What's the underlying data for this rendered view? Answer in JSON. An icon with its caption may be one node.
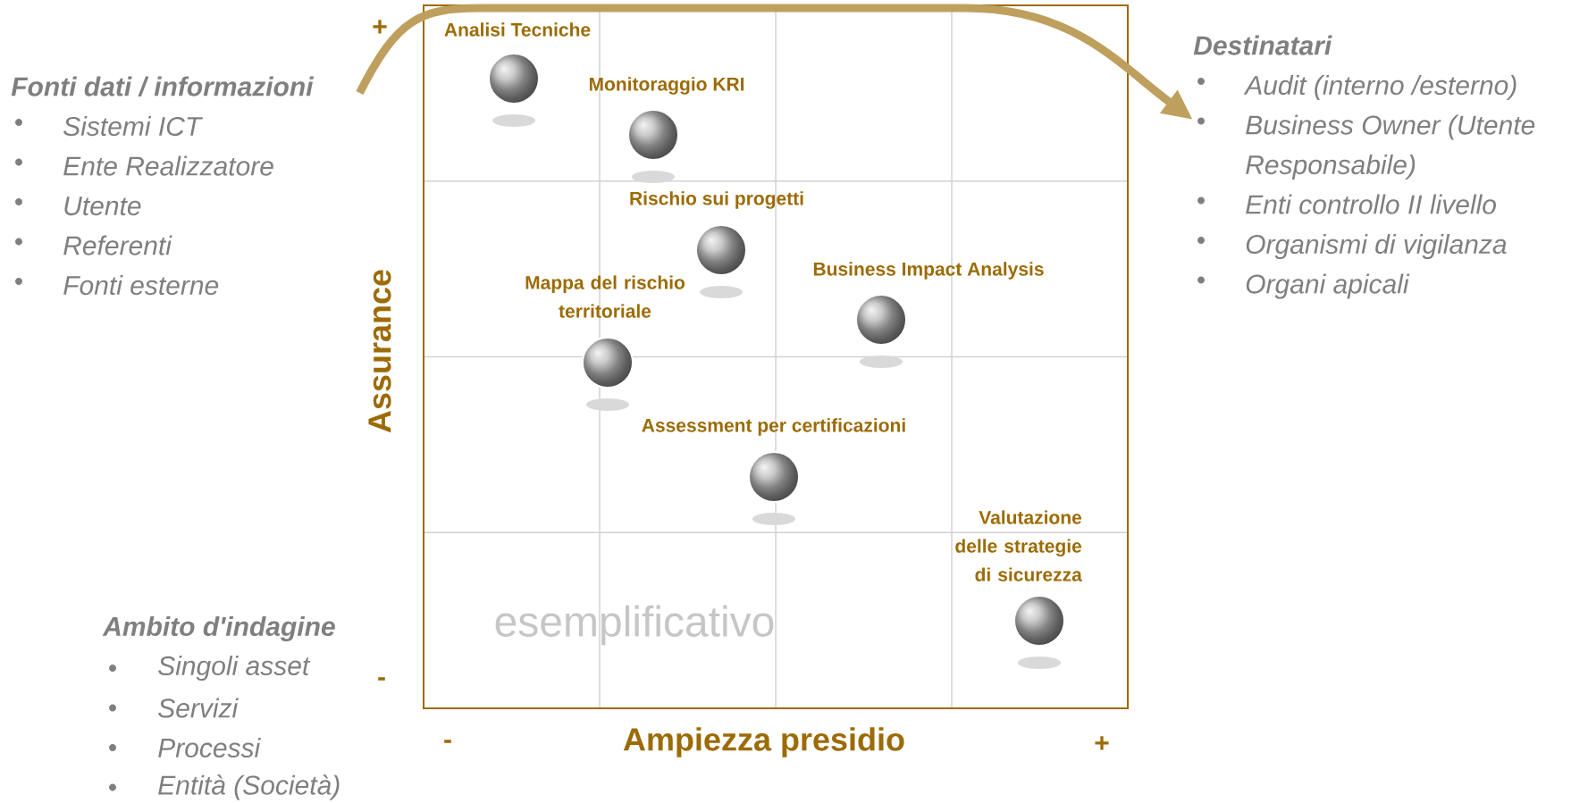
{
  "diagram": {
    "nodes": [
      {
        "text": [
          "Fonti dati / informazioni",
          "Sistemi ICT",
          "Ente Realizzatore",
          "Utente",
          "Referenti",
          "Fonti esterne"
        ]
      },
      {
        "text": [
          "Destinatari",
          "Audit (interno /esterno)",
          "Business Owner (Utente Responsabile)",
          "Enti controllo II livello",
          "Organismi di vigilanza",
          "Organi apicali"
        ]
      },
      {
        "text": [
          "Analisi Tecniche"
        ]
      },
      {
        "text": [
          "Monitoraggio KRI"
        ]
      },
      {
        "text": [
          "Rischio sui progetti"
        ]
      },
      {
        "text": [
          "Business Impact Analysis"
        ]
      },
      {
        "text": [
          "Mappa del rischio territoriale"
        ]
      },
      {
        "text": [
          "Assessment per certificazioni"
        ]
      },
      {
        "text": [
          "Valutazione delle strategie di sicurezza"
        ]
      }
    ],
    "edges": [
      {
        "from": 0,
        "to": 1,
        "arrow": "to"
      }
    ],
    "labels": [
      "+",
      "-",
      "Assurance",
      "-",
      "Ampiezza presidio",
      "+",
      "esemplificativo",
      "Ambito d'indagine",
      "Singoli asset",
      "Servizi",
      "Processi",
      "Entità (Società)"
    ]
  }
}
